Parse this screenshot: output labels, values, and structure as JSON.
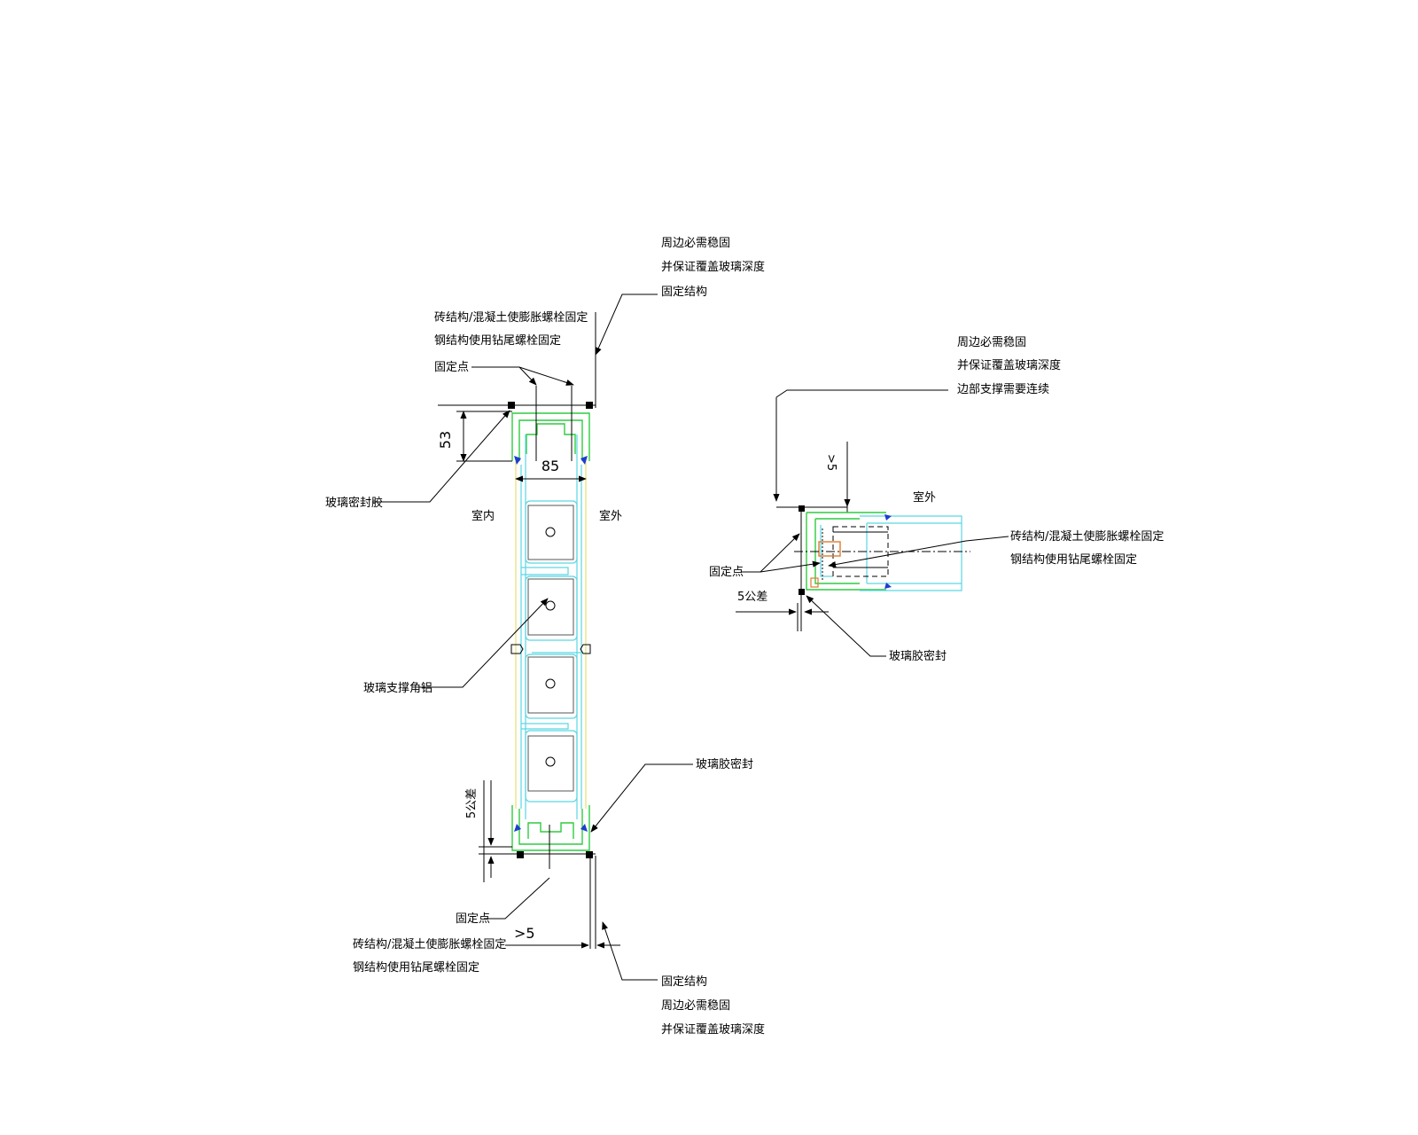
{
  "colors": {
    "background": "#ffffff",
    "line": "#000000",
    "glass_channel": "#5ad6e4",
    "frame_profile": "#2ecc40",
    "glass_edge": "#e8e070",
    "sealant": "#1f3ccf",
    "anchor": "#e07a2e"
  },
  "left_section": {
    "top_note": [
      "周边必需稳固",
      "并保证覆盖玻璃深度",
      "固定结构"
    ],
    "top_anchor_note": [
      "砖结构/混凝土使膨胀螺栓固定",
      "钢结构使用钻尾螺栓固定"
    ],
    "top_fix_point": "固定点",
    "dim_53": "53",
    "dim_85": "85",
    "glass_seal_left": "玻璃密封胶",
    "indoor": "室内",
    "outdoor": "室外",
    "glass_support": "玻璃支撑角铝",
    "glass_seal_right": "玻璃胶密封",
    "dim_tolerance": "5公差",
    "bottom_fix_point": "固定点",
    "dim_gt5": ">5",
    "bottom_anchor_note": [
      "砖结构/混凝土使膨胀螺栓固定",
      "钢结构使用钻尾螺栓固定"
    ],
    "bottom_note": [
      "固定结构",
      "周边必需稳固",
      "并保证覆盖玻璃深度"
    ]
  },
  "right_section": {
    "top_note": [
      "周边必需稳固",
      "并保证覆盖玻璃深度",
      "边部支撑需要连续"
    ],
    "dim_gt5": ">5",
    "outdoor": "室外",
    "anchor_note": [
      "砖结构/混凝土使膨胀螺栓固定",
      "钢结构使用钻尾螺栓固定"
    ],
    "fix_point": "固定点",
    "dim_tolerance": "5公差",
    "glass_seal": "玻璃胶密封"
  }
}
